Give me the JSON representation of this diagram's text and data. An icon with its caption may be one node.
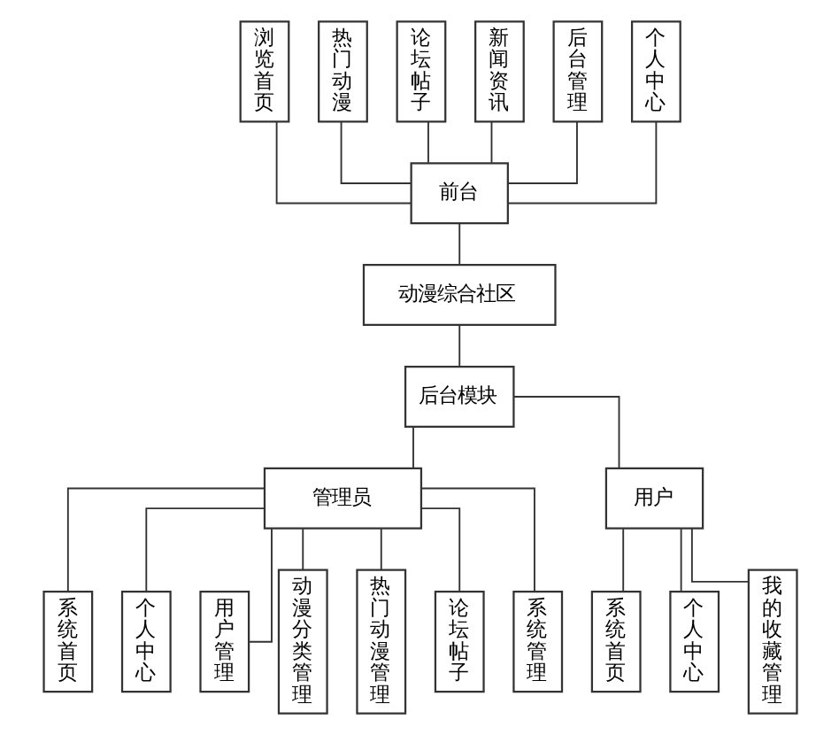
{
  "diagram": {
    "nodes": [
      {
        "text": [
          "浏览首页"
        ]
      },
      {
        "text": [
          "热门动漫"
        ]
      },
      {
        "text": [
          "论坛帖子"
        ]
      },
      {
        "text": [
          "新闻资讯"
        ]
      },
      {
        "text": [
          "后台管理"
        ]
      },
      {
        "text": [
          "个人中心"
        ]
      },
      {
        "text": [
          "前台"
        ]
      },
      {
        "text": [
          "动漫综合社区"
        ]
      },
      {
        "text": [
          "后台模块"
        ]
      },
      {
        "text": [
          "管理员"
        ]
      },
      {
        "text": [
          "用户"
        ]
      },
      {
        "text": [
          "系统首页"
        ]
      },
      {
        "text": [
          "个人中心"
        ]
      },
      {
        "text": [
          "用户管理"
        ]
      },
      {
        "text": [
          "动漫分类管理"
        ]
      },
      {
        "text": [
          "热门动漫管理"
        ]
      },
      {
        "text": [
          "论坛帖子"
        ]
      },
      {
        "text": [
          "系统管理"
        ]
      },
      {
        "text": [
          "系统首页"
        ]
      },
      {
        "text": [
          "个人中心"
        ]
      },
      {
        "text": [
          "我的收藏管理"
        ]
      }
    ],
    "edges": [
      {
        "from": 0,
        "to": 6,
        "arrow": "none"
      },
      {
        "from": 1,
        "to": 6,
        "arrow": "none"
      },
      {
        "from": 2,
        "to": 6,
        "arrow": "none"
      },
      {
        "from": 3,
        "to": 6,
        "arrow": "none"
      },
      {
        "from": 4,
        "to": 6,
        "arrow": "none"
      },
      {
        "from": 5,
        "to": 6,
        "arrow": "none"
      },
      {
        "from": 6,
        "to": 7,
        "arrow": "none"
      },
      {
        "from": 7,
        "to": 8,
        "arrow": "none"
      },
      {
        "from": 8,
        "to": 9,
        "arrow": "none"
      },
      {
        "from": 8,
        "to": 10,
        "arrow": "none"
      },
      {
        "from": 9,
        "to": 11,
        "arrow": "none"
      },
      {
        "from": 9,
        "to": 12,
        "arrow": "none"
      },
      {
        "from": 9,
        "to": 13,
        "arrow": "none"
      },
      {
        "from": 9,
        "to": 14,
        "arrow": "none"
      },
      {
        "from": 9,
        "to": 15,
        "arrow": "none"
      },
      {
        "from": 9,
        "to": 16,
        "arrow": "none"
      },
      {
        "from": 9,
        "to": 17,
        "arrow": "none"
      },
      {
        "from": 10,
        "to": 18,
        "arrow": "none"
      },
      {
        "from": 10,
        "to": 19,
        "arrow": "none"
      },
      {
        "from": 10,
        "to": 20,
        "arrow": "none"
      }
    ]
  }
}
